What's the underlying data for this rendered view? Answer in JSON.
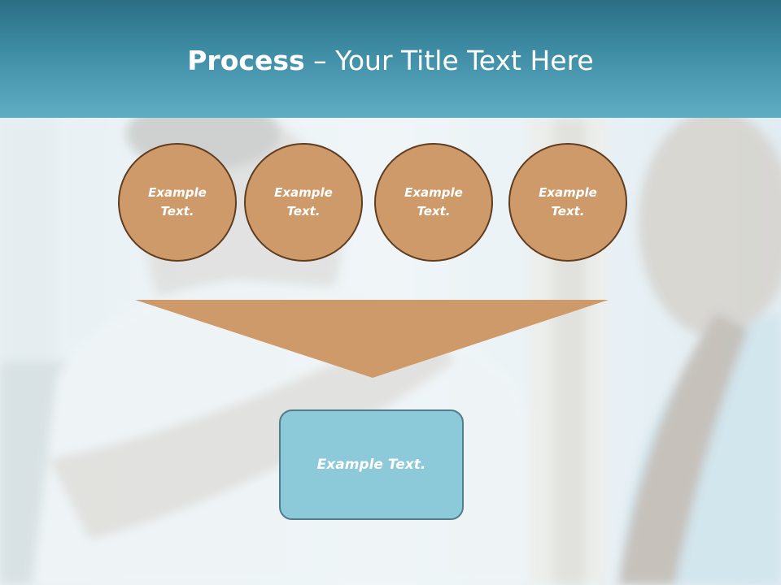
{
  "slide": {
    "title_bold": "Process",
    "title_rest": " – Your Title Text Here"
  },
  "circles": [
    {
      "label": "Example Text."
    },
    {
      "label": "Example Text."
    },
    {
      "label": "Example Text."
    },
    {
      "label": "Example Text."
    }
  ],
  "box": {
    "label": "Example Text."
  },
  "colors": {
    "header": "#3f8ea6",
    "circle_fill": "#cf9a6a",
    "circle_border": "#5e3d21",
    "arrow_fill": "#cf9a6a",
    "box_fill": "#8ccad9",
    "box_border": "#4f7d8b"
  }
}
